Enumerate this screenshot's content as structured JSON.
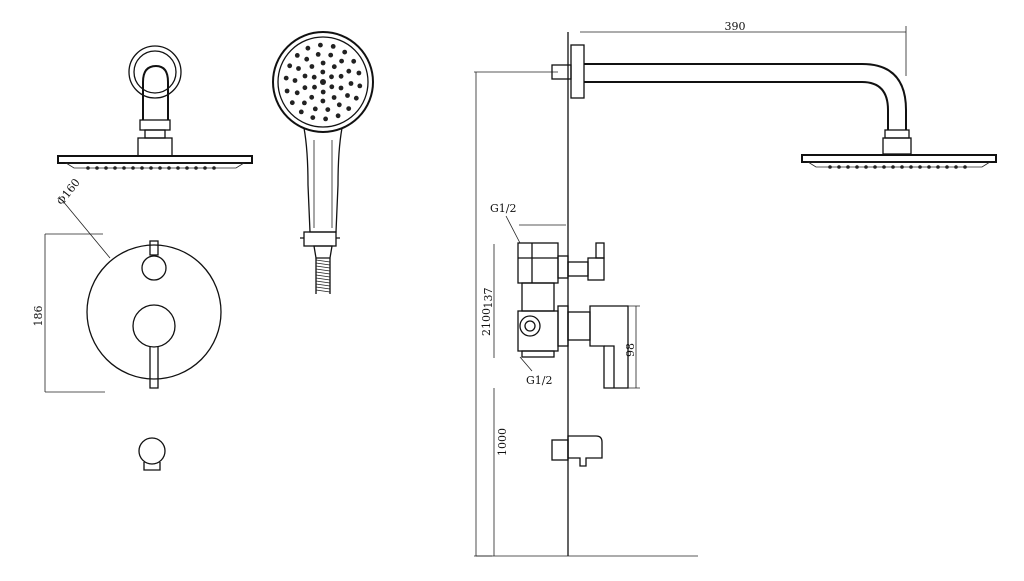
{
  "dimensions": {
    "arm_length": "390",
    "plate_diameter": "Φ160",
    "plate_height": "186",
    "inlet_top": "G1/2",
    "inlet_bottom": "G1/2",
    "valve_spacing": "137",
    "total_height": "2100",
    "outlet_height": "1000",
    "handle_depth": "98"
  },
  "colors": {
    "line": "#111111",
    "background": "#ffffff"
  }
}
